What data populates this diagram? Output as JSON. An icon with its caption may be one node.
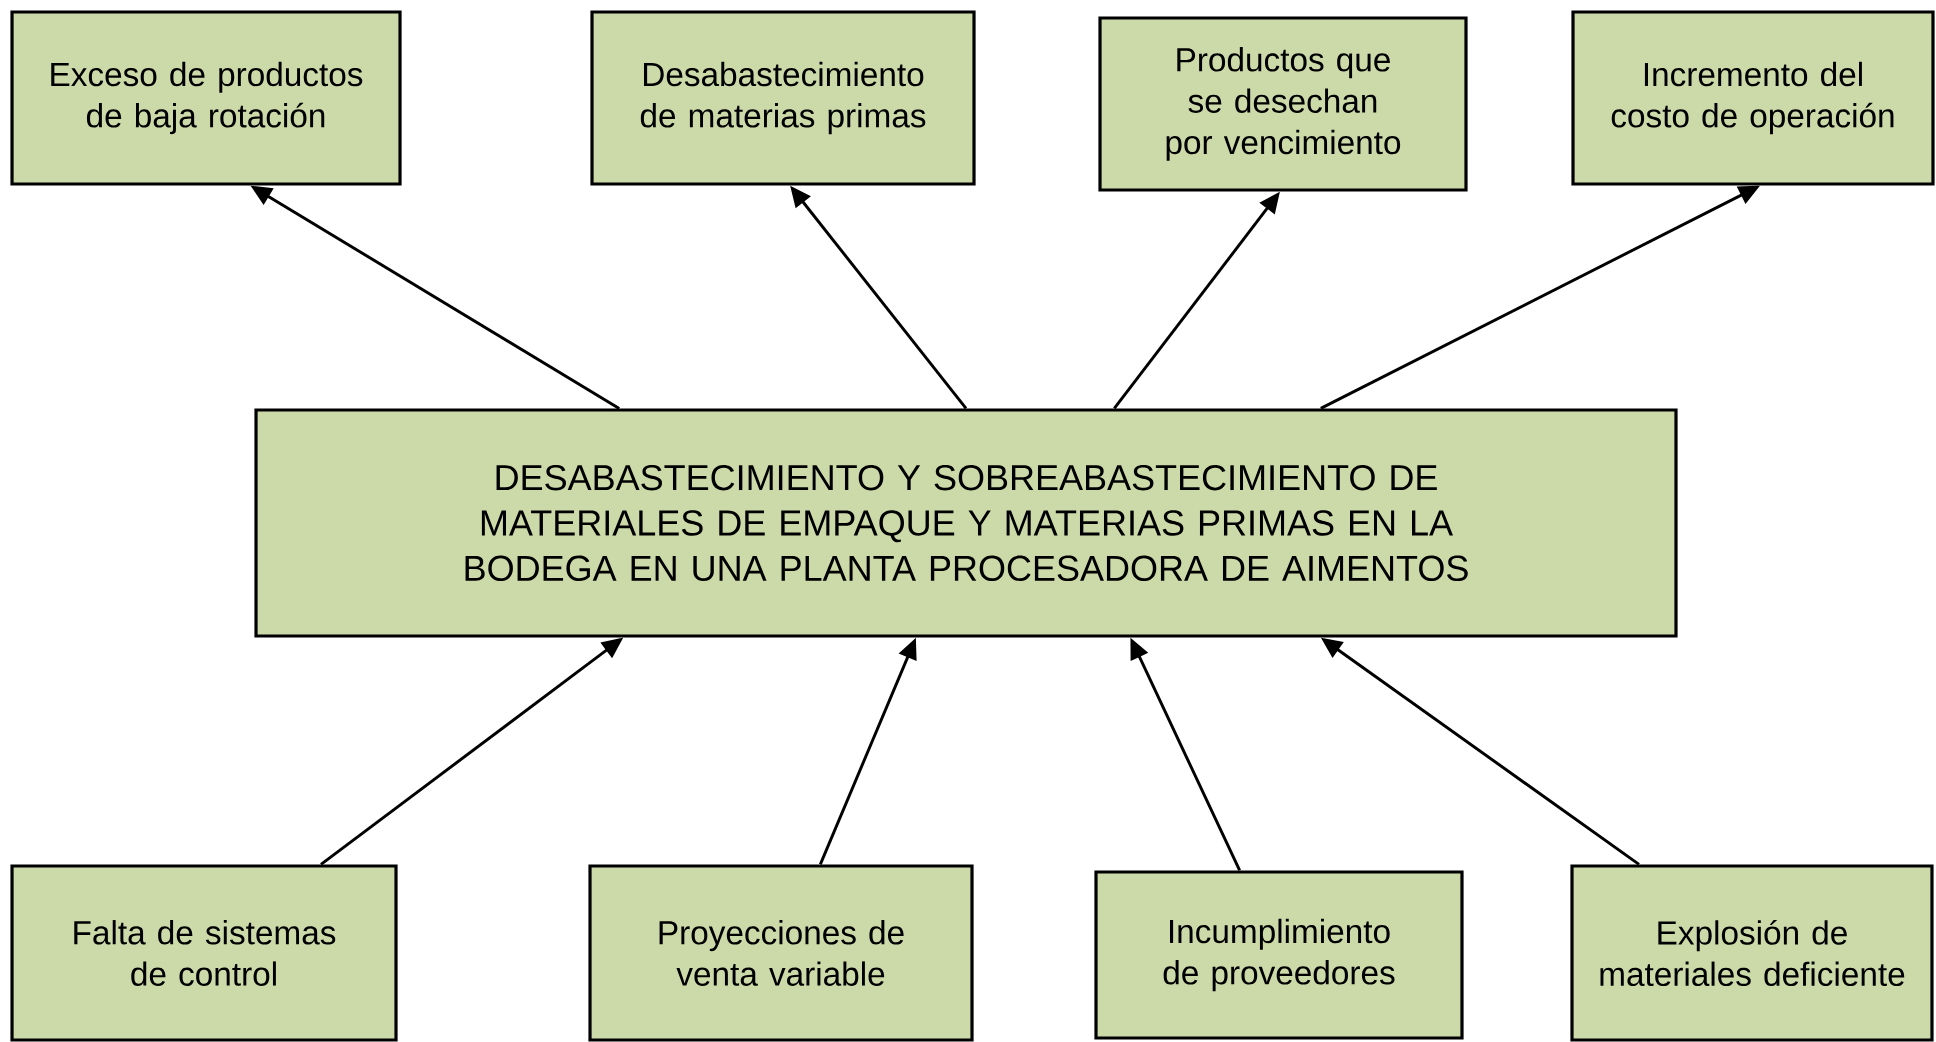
{
  "diagram": {
    "nodes": [
      {
        "text": [
          "Exceso de productos de baja rotación"
        ]
      },
      {
        "text": [
          "Desabastecimiento de materias primas"
        ]
      },
      {
        "text": [
          "Productos que se desechan por vencimiento"
        ]
      },
      {
        "text": [
          "Incremento del costo de operación"
        ]
      },
      {
        "text": [
          "DESABASTECIMIENTO Y SOBREABASTECIMIENTO DE MATERIALES DE EMPAQUE Y MATERIAS PRIMAS EN LA BODEGA EN UNA PLANTA PROCESADORA DE AIMENTOS"
        ]
      },
      {
        "text": [
          "Falta de sistemas de control"
        ]
      },
      {
        "text": [
          "Proyecciones de venta variable"
        ]
      },
      {
        "text": [
          "Incumplimiento de proveedores"
        ]
      },
      {
        "text": [
          "Explosión de materiales deficiente"
        ]
      }
    ],
    "edges": [
      {
        "from": 4,
        "to": 0,
        "arrow": "to"
      },
      {
        "from": 4,
        "to": 1,
        "arrow": "to"
      },
      {
        "from": 4,
        "to": 2,
        "arrow": "to"
      },
      {
        "from": 4,
        "to": 3,
        "arrow": "to"
      },
      {
        "from": 5,
        "to": 4,
        "arrow": "to"
      },
      {
        "from": 6,
        "to": 4,
        "arrow": "to"
      },
      {
        "from": 7,
        "to": 4,
        "arrow": "to"
      },
      {
        "from": 8,
        "to": 4,
        "arrow": "to"
      }
    ]
  }
}
